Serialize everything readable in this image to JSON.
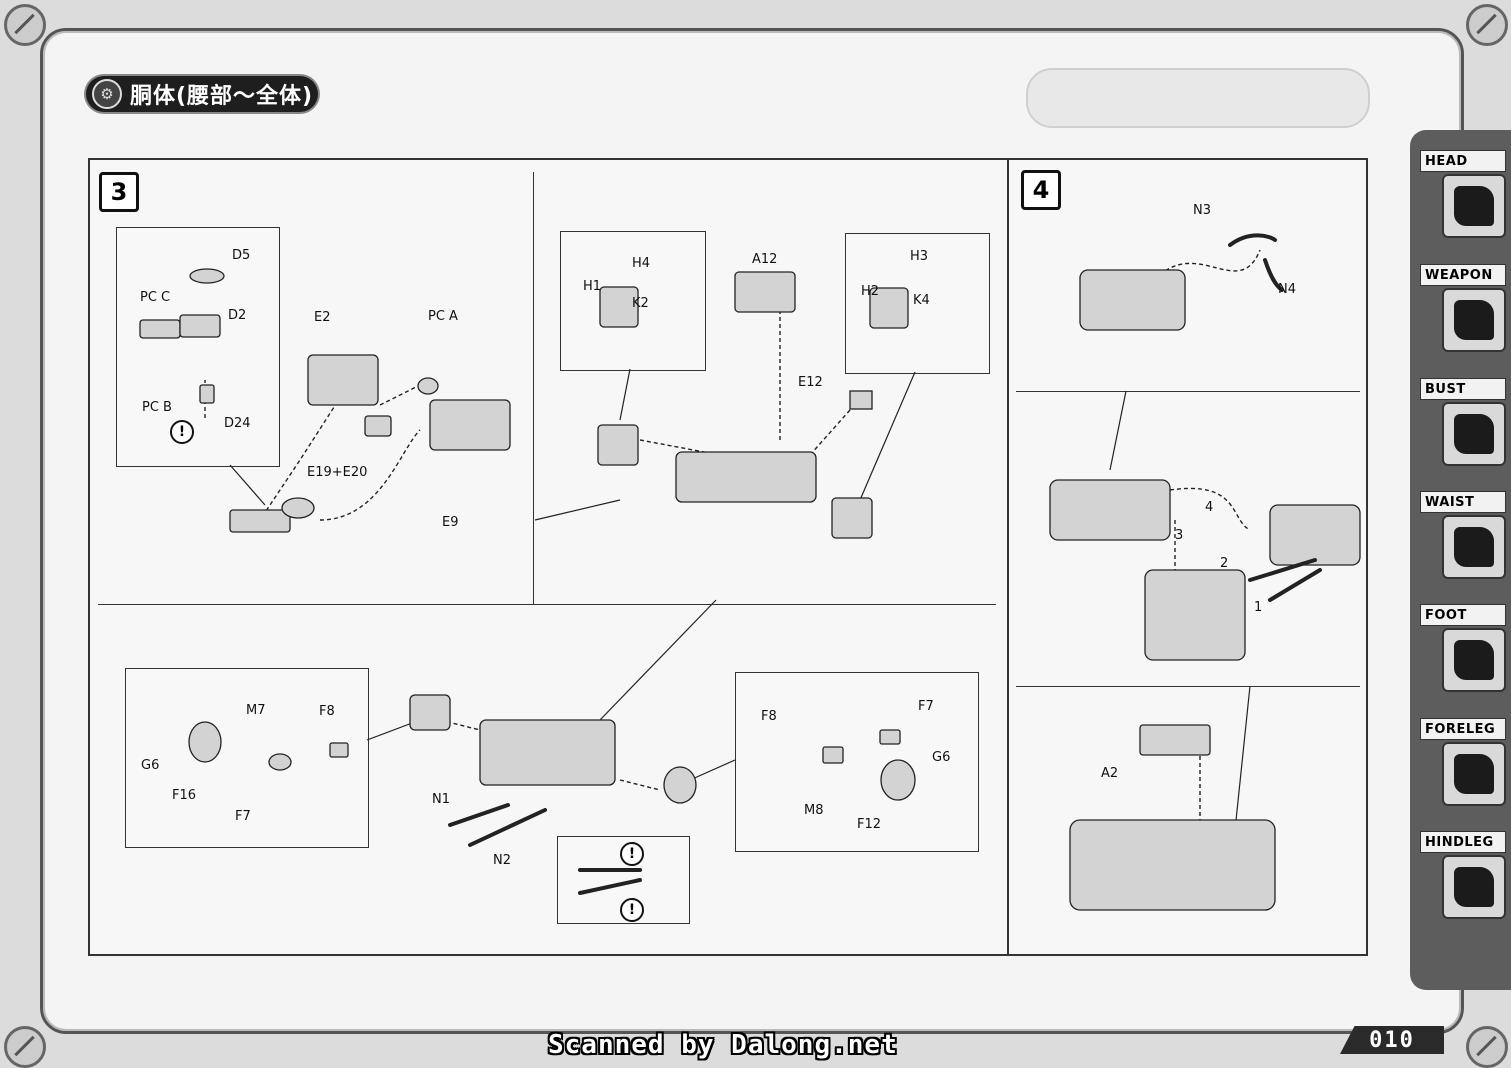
{
  "header": {
    "section_title": "胴体(腰部〜全体)"
  },
  "steps": [
    {
      "number": "3"
    },
    {
      "number": "4"
    }
  ],
  "step3_labels": {
    "top_left": [
      "D5",
      "PC C",
      "D2",
      "PC B",
      "D24",
      "E2",
      "PC A",
      "E19+E20",
      "E9"
    ],
    "top_right": [
      "H4",
      "H1",
      "K2",
      "A12",
      "H3",
      "H2",
      "K4",
      "E12"
    ],
    "bottom": [
      "M7",
      "F8",
      "G6",
      "F16",
      "F7",
      "N1",
      "N2",
      "F8",
      "F7",
      "G6",
      "M8",
      "F12"
    ]
  },
  "step4_labels": [
    "N3",
    "N4",
    "4",
    "3",
    "2",
    "1",
    "A2"
  ],
  "sidebar": {
    "tabs": [
      "HEAD",
      "WEAPON",
      "BUST",
      "WAIST",
      "FOOT",
      "FORELEG",
      "HINDLEG"
    ]
  },
  "footer": {
    "scanned_by": "Scanned by Dalong.net",
    "page_number": "010"
  },
  "icons": [
    "gear-icon",
    "screw-icon",
    "warning-icon"
  ]
}
